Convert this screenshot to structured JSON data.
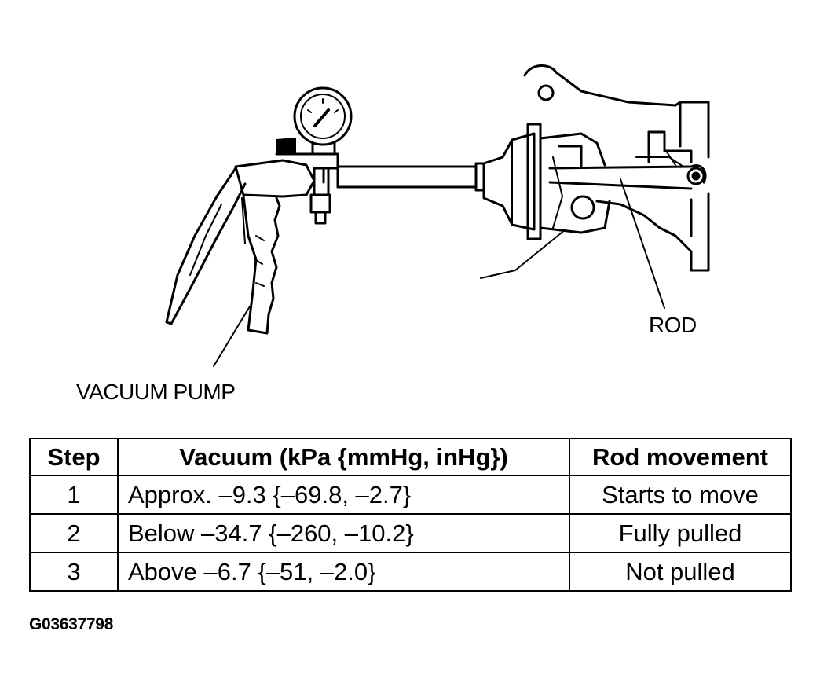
{
  "labels": {
    "rod": "ROD",
    "vacuum_pump": "VACUUM PUMP"
  },
  "table": {
    "headers": [
      "Step",
      "Vacuum (kPa {mmHg, inHg})",
      "Rod movement"
    ],
    "rows": [
      [
        "1",
        "Approx. –9.3 {–69.8, –2.7}",
        "Starts to move"
      ],
      [
        "2",
        "Below –34.7 {–260, –10.2}",
        "Fully pulled"
      ],
      [
        "3",
        "Above –6.7 {–51, –2.0}",
        "Not pulled"
      ]
    ]
  },
  "figure_id": "G03637798"
}
